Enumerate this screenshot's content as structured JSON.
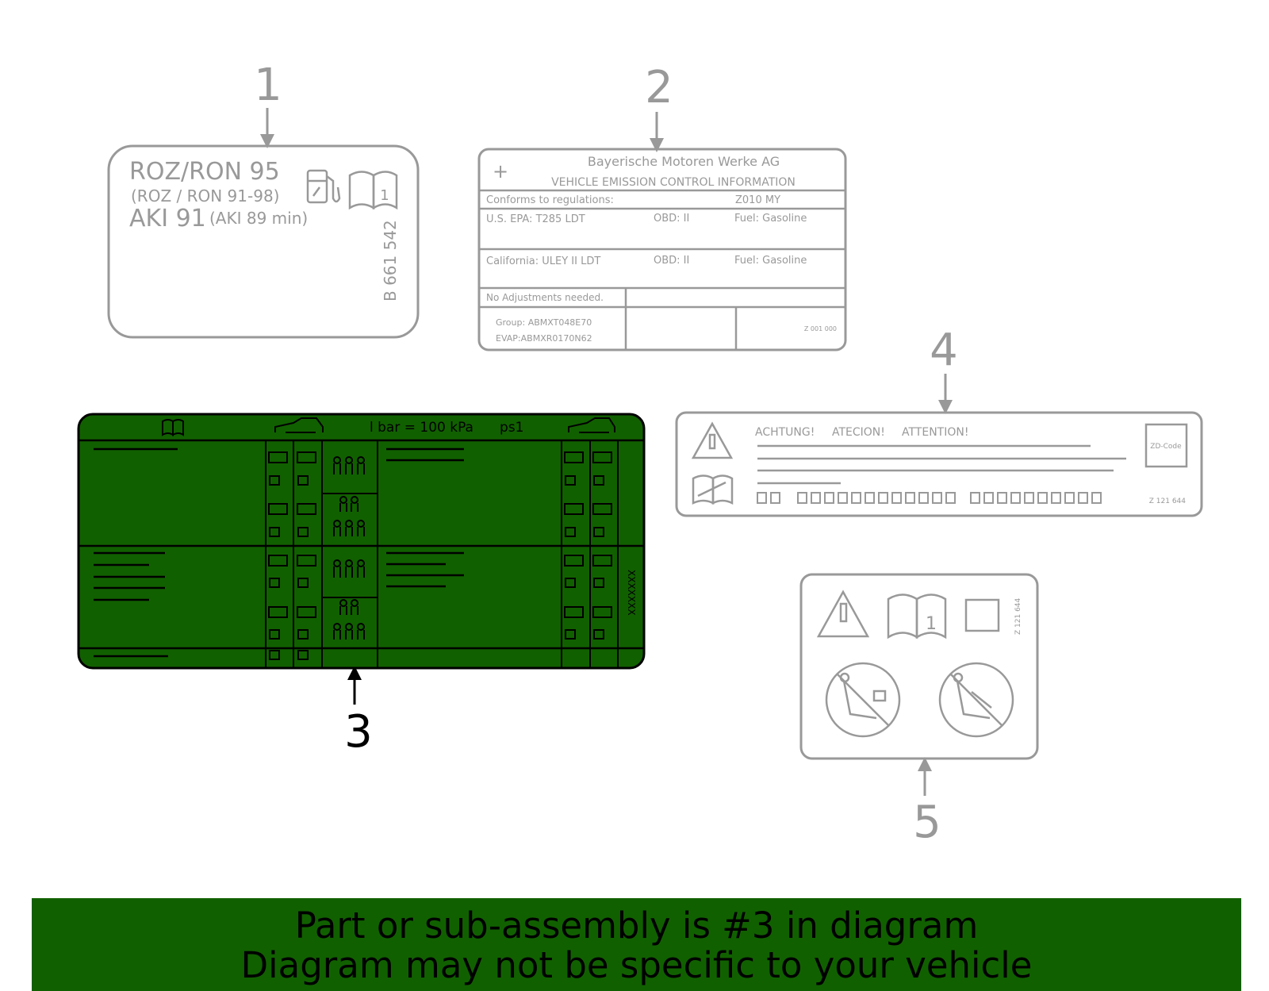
{
  "callouts": [
    "1",
    "2",
    "3",
    "4",
    "5"
  ],
  "label1": {
    "line1": "ROZ/RON 95",
    "line2": "(ROZ / RON 91-98)",
    "line3a": "AKI 91",
    "line3b": "(AKI 89 min)",
    "part_no": "B 661 542"
  },
  "label2": {
    "plus": "+",
    "company": "Bayerische Motoren Werke AG",
    "title": "VEHICLE EMISSION CONTROL INFORMATION",
    "conforms": "Conforms to regulations:",
    "model_year": "Z010 MY",
    "epa": "U.S. EPA: T285 LDT",
    "obd1": "OBD: II",
    "fuel1": "Fuel: Gasoline",
    "california": "California: ULEY II LDT",
    "obd2": "OBD: II",
    "fuel2": "Fuel: Gasoline",
    "adjust": "No Adjustments needed.",
    "group": "Group: ABMXT048E70",
    "evap": "EVAP:ABMXR0170N62",
    "code": "Z 001 000"
  },
  "label3": {
    "pressure": "l bar = 100 kPa",
    "unit": "ps1",
    "code": "XXXXXXX"
  },
  "label4": {
    "w1": "ACHTUNG!",
    "w2": "ATECION!",
    "w3": "ATTENTION!",
    "zd": "ZD-Code",
    "code": "Z 121 644"
  },
  "label5": {
    "code": "Z 121 644"
  },
  "icons": {
    "label1": [
      "fuel-pump-icon",
      "manual-book-icon"
    ],
    "label3": [
      "manual-book-icon",
      "car-front-icon",
      "car-rear-icon",
      "passenger-occupancy-icon"
    ],
    "label4": [
      "warning-triangle-icon",
      "service-manual-icon"
    ],
    "label5": [
      "warning-triangle-icon",
      "manual-book-icon",
      "no-child-seat-icon"
    ]
  },
  "colors": {
    "highlight_green": "#116000",
    "outline_grey": "#999999",
    "highlight_outline": "#000000"
  },
  "banner": {
    "line1": "Part or sub-assembly is #3 in diagram",
    "line2": "Diagram may not be specific to your vehicle"
  }
}
